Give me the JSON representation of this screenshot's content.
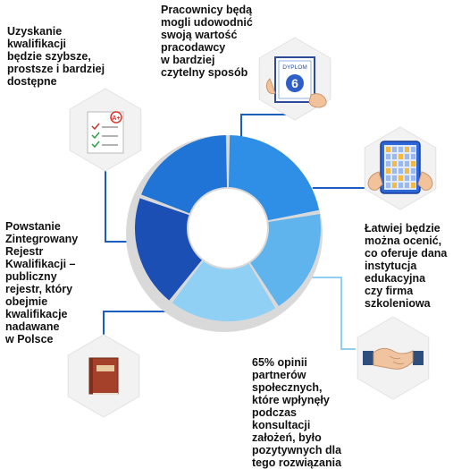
{
  "colors": {
    "seg_dark_blue": "#1b4fb3",
    "seg_blue": "#1f74d6",
    "seg_sky": "#2f8fe6",
    "seg_light": "#5fb4ee",
    "seg_pale": "#8fd0f4",
    "connector": "#1a5fc0",
    "hexagon": "#f2f2f2",
    "ring_shadow": "#d9d9d9"
  },
  "labels": {
    "t1": "Uzyskanie\nkwalifikacji\nbędzie szybsze,\nprostsze i bardziej\ndostępne",
    "t2": "Pracownicy będą\nmogli udowodnić\nswoją wartość\npracodawcy\nw bardziej\nczytelny sposób",
    "t3": "Łatwiej będzie\nmożna ocenić,\nco oferuje dana\ninstytucja\nedukacyjna\nczy firma\nszkoleniowa",
    "t4": "Powstanie\nZintegrowany\nRejestr\nKwalifikacji –\npubliczny\nrejestr, który\nobejmie\nkwalifikacje\nnadawane\nw Polsce",
    "t5": "65% opinii\npartnerów\nspołecznych,\nktóre wpłynęły\npodczas\nkonsultacji\nzałożeń, było\npozytywnych dla\ntego rozwiązania"
  },
  "icons": {
    "diploma_caption": "DYPLOM",
    "diploma_number": "6",
    "test_grade": "A+"
  }
}
